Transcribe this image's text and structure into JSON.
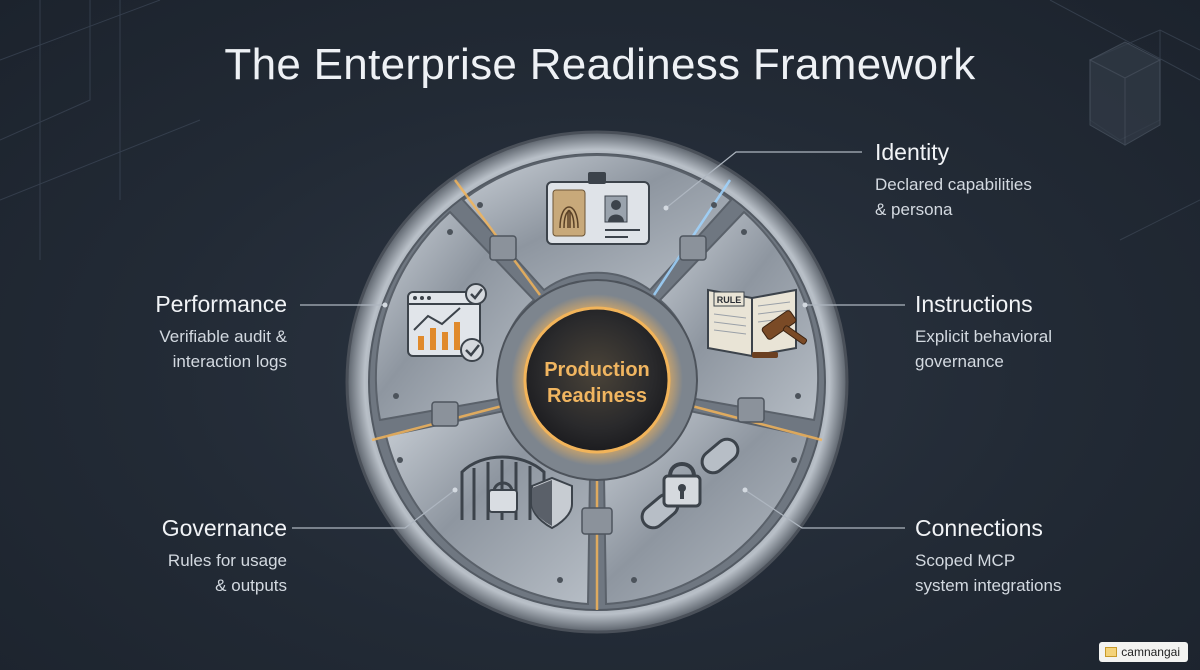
{
  "title": "The Enterprise Readiness Framework",
  "center": {
    "line1": "Production",
    "line2": "Readiness"
  },
  "segments": [
    {
      "name": "Identity",
      "description_line1": "Declared capabilities",
      "description_line2": "& persona"
    },
    {
      "name": "Instructions",
      "description_line1": "Explicit behavioral",
      "description_line2": "governance",
      "icon_text": "RULE"
    },
    {
      "name": "Connections",
      "description_line1": "Scoped MCP",
      "description_line2": "system integrations"
    },
    {
      "name": "Governance",
      "description_line1": "Rules for usage",
      "description_line2": "& outputs"
    },
    {
      "name": "Performance",
      "description_line1": "Verifiable audit &",
      "description_line2": "interaction logs"
    }
  ],
  "watermark": "camnangai",
  "colors": {
    "background": "#222a35",
    "metal": "#9aa2ab",
    "glow": "#f2b45a",
    "center_text": "#f0b560"
  }
}
